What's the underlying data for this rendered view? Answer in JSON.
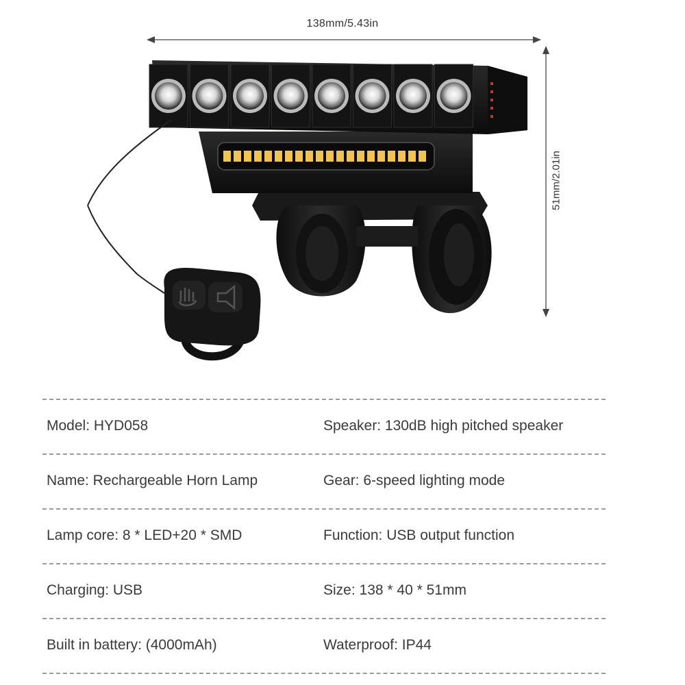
{
  "dimensions": {
    "width_label": "138mm/5.43in",
    "height_label": "51mm/2.01in"
  },
  "product": {
    "led_count": 8,
    "smd_count": 20,
    "colors": {
      "body": "#151515",
      "smd": "#f2c34e",
      "lens": "#e9e9e9"
    }
  },
  "specs": [
    {
      "left": "Model: HYD058",
      "right": "Speaker: 130dB high pitched speaker"
    },
    {
      "left": "Name: Rechargeable Horn Lamp",
      "right": "Gear: 6-speed lighting mode"
    },
    {
      "left": "Lamp core: 8 * LED+20 * SMD",
      "right": "Function: USB output function"
    },
    {
      "left": "Charging: USB",
      "right": "Size: 138 * 40 * 51mm"
    },
    {
      "left": "Built in battery: (4000mAh)",
      "right": "Waterproof: IP44"
    }
  ]
}
